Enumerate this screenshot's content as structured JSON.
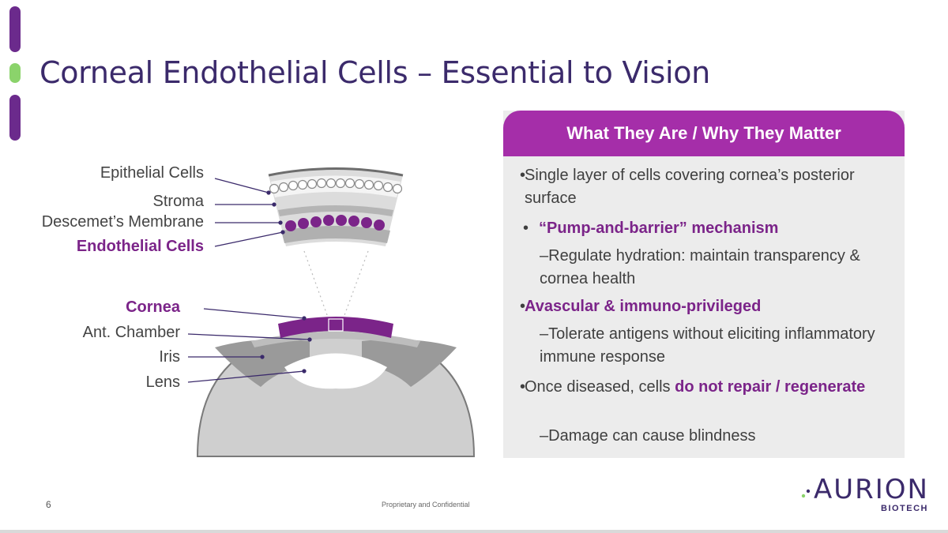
{
  "colors": {
    "purple_dark": "#3b2a6b",
    "purple_accent": "#7b2489",
    "magenta_header": "#a52ea9",
    "green_accent": "#8bd36b",
    "panel_bg": "#ececec"
  },
  "slide": {
    "title": "Corneal Endothelial Cells – Essential to Vision",
    "page_number": "6",
    "footer": "Proprietary and Confidential"
  },
  "diagram": {
    "layer_labels": [
      "Epithelial Cells",
      "Stroma",
      "Descemet’s Membrane",
      "Endothelial Cells"
    ],
    "eye_labels": [
      "Cornea",
      "Ant. Chamber",
      "Iris",
      "Lens"
    ]
  },
  "panel": {
    "header": "What They Are / Why They Matter",
    "bullet1": "Single layer of cells covering cornea’s posterior surface",
    "bullet2": "“Pump-and-barrier” mechanism",
    "sub2": "–Regulate hydration: maintain transparency & cornea health",
    "bullet3": "Avascular & immuno-privileged",
    "sub3": "–Tolerate antigens without eliciting inflammatory immune response",
    "bullet4_plain": "Once diseased, cells ",
    "bullet4_bold": "do not repair / regenerate",
    "sub4": "–Damage can cause blindness"
  },
  "logo": {
    "name": "AURION",
    "subtitle": "BIOTECH"
  }
}
